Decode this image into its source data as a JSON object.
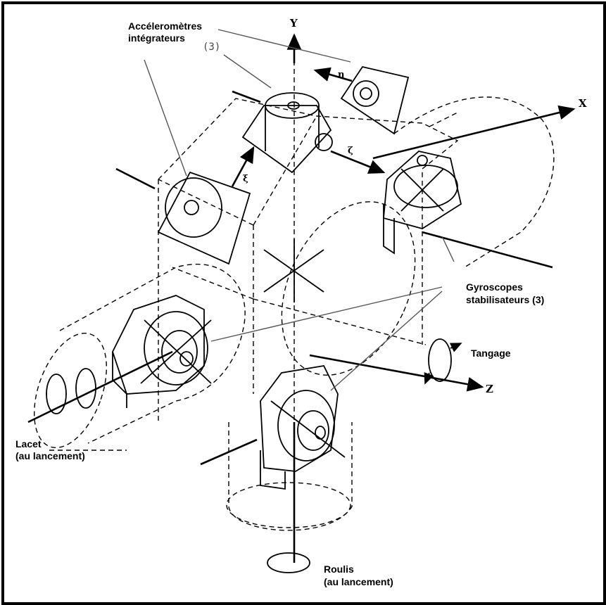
{
  "labels": {
    "accelerometers_line1": "Accéleromètres",
    "accelerometers_line2": "intégrateurs",
    "accelerometers_count": "(3)",
    "gyroscopes_line1": "Gyroscopes",
    "gyroscopes_line2": "stabilisateurs (3)",
    "pitch": "Tangage",
    "yaw_line1": "Lacet",
    "yaw_line2": "(au lancement)",
    "roll_line1": "Roulis",
    "roll_line2": "(au lancement)"
  },
  "axes": {
    "x": "X",
    "y": "Y",
    "z": "Z",
    "eta": "η",
    "zeta": "ζ",
    "xi": "ξ"
  }
}
